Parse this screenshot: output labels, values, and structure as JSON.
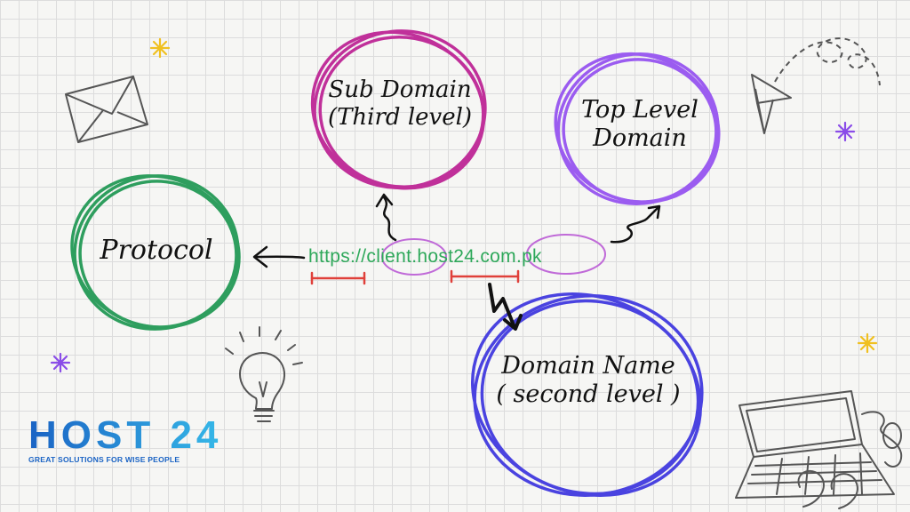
{
  "diagram": {
    "url": "https://client.host24.com.pk",
    "labels": {
      "protocol": "Protocol",
      "subdomain_line1": "Sub Domain",
      "subdomain_line2": "(Third level)",
      "tld_line1": "Top Level",
      "tld_line2": "Domain",
      "domain_line1": "Domain Name",
      "domain_line2": "( second level )"
    }
  },
  "logo": {
    "name": "HOST 24",
    "tagline": "GREAT SOLUTIONS FOR WISE PEOPLE"
  },
  "colors": {
    "protocol_circle": "#2e9e5e",
    "subdomain_circle": "#c0309a",
    "tld_circle": "#9b5cf0",
    "domain_circle": "#4a43e0",
    "url_text": "#2ea85a",
    "bracket": "#e0403a",
    "sparkle_purple": "#8a4ce8",
    "sparkle_yellow": "#f0c020",
    "logo": "#1a63c4"
  },
  "decorations": {
    "icons": [
      "envelope-icon",
      "paper-plane-icon",
      "light-bulb-icon",
      "laptop-icon",
      "sparkle-icon"
    ]
  }
}
